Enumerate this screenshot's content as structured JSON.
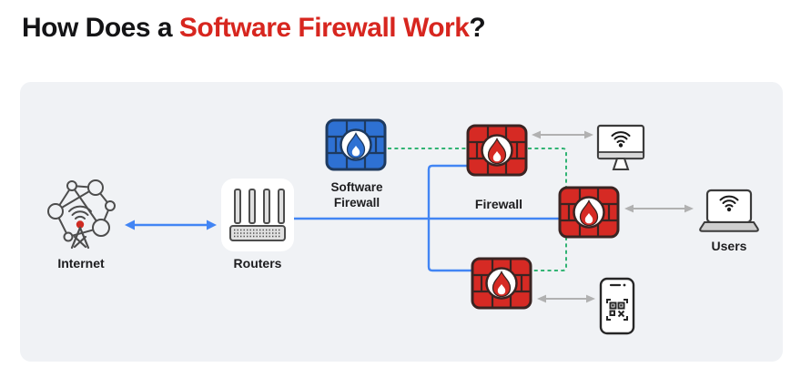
{
  "title": {
    "prefix": "How Does a ",
    "highlight": "Software Firewall Work",
    "suffix": "?"
  },
  "diagram": {
    "nodes": {
      "internet": {
        "label": "Internet",
        "icon": "network-globe-with-radio-tower-icon"
      },
      "routers": {
        "label": "Routers",
        "icon": "wireless-router-icon"
      },
      "software_firewall": {
        "label": "Software Firewall",
        "icon": "blue-brick-firewall-flame-icon"
      },
      "firewall": {
        "label": "Firewall",
        "icon": "red-brick-firewall-flame-icon"
      },
      "users": {
        "label": "Users",
        "icon": "laptop-wifi-icon"
      },
      "devices": {
        "monitor": {
          "icon": "desktop-monitor-wifi-icon"
        },
        "laptop": {
          "icon": "laptop-wifi-icon"
        },
        "phone": {
          "icon": "smartphone-qr-code-icon"
        }
      }
    },
    "connections": [
      {
        "from": "internet",
        "to": "routers",
        "style": "solid-blue-double-arrow"
      },
      {
        "from": "routers",
        "to": "firewalls",
        "style": "solid-blue-branching-line"
      },
      {
        "from": "software_firewall",
        "to": "firewalls",
        "style": "dashed-green-line"
      },
      {
        "from": "firewall-top",
        "to": "monitor",
        "style": "gray-double-arrow"
      },
      {
        "from": "firewall-middle",
        "to": "laptop",
        "style": "gray-double-arrow"
      },
      {
        "from": "firewall-bottom",
        "to": "phone",
        "style": "gray-double-arrow"
      }
    ],
    "colors": {
      "title_text": "#141416",
      "title_highlight": "#d7261f",
      "canvas_background": "#f0f2f5",
      "blue_line": "#4285f4",
      "green_dashed": "#31b373",
      "gray_arrow": "#b1b1b1",
      "firewall_red": "#d62a24",
      "firewall_red_border": "#3a2422",
      "firewall_blue": "#2e71d3",
      "firewall_blue_border": "#1e3a5f",
      "tower_dot_red": "#cf2b22"
    }
  }
}
